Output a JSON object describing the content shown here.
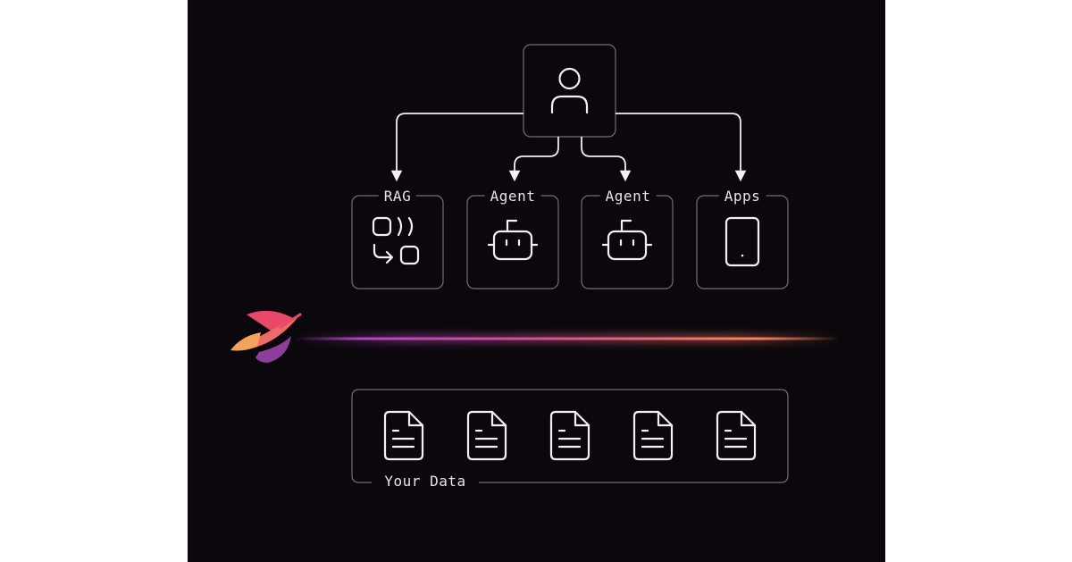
{
  "user": {
    "icon": "user-icon"
  },
  "boxes": [
    {
      "label": "RAG",
      "icon": "rag-icon"
    },
    {
      "label": "Agent",
      "icon": "robot-icon"
    },
    {
      "label": "Agent",
      "icon": "robot-icon"
    },
    {
      "label": "Apps",
      "icon": "tablet-icon"
    }
  ],
  "data_panel": {
    "label": "Your Data",
    "doc_icon": "document-icon",
    "doc_count": 5
  },
  "logo": {
    "icon": "planet-logo-icon"
  },
  "colors": {
    "background": "#0b070c",
    "stroke": "#f2f0f3",
    "line_teal": "#5ec4b6",
    "line_red": "#e5566d",
    "beam_start": "#b24ad1",
    "beam_end": "#ff7e5f",
    "logo_red": "#e8496a",
    "logo_orange": "#f4a35d",
    "logo_purple": "#8c3e9a"
  }
}
